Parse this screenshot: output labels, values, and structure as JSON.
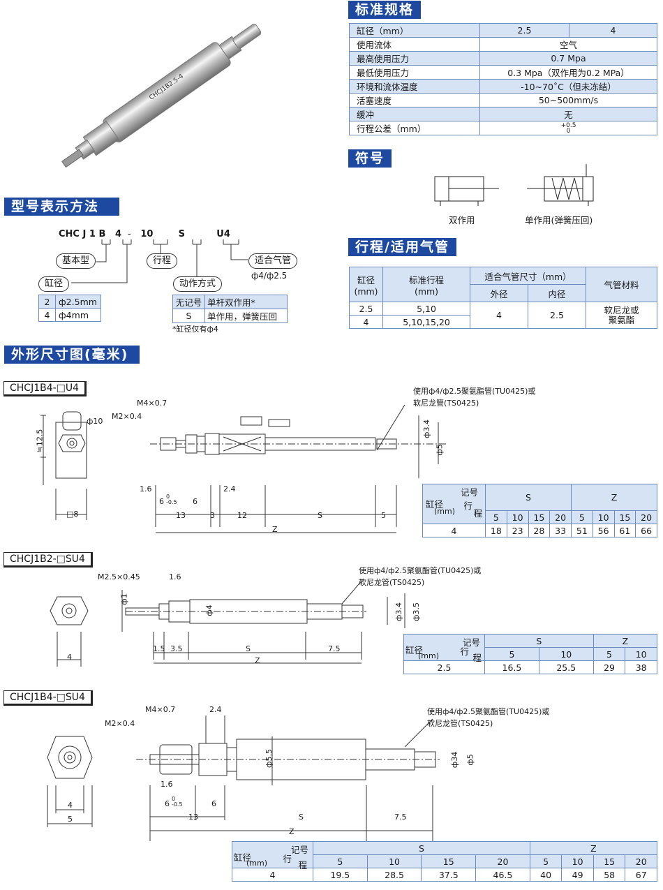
{
  "headers": {
    "spec": "标准规格",
    "symbol": "符号",
    "model": "型号表示方法",
    "stroke": "行程/适用气管",
    "dims": "外形尺寸图(毫米)"
  },
  "product_label": {
    "brand": "CHCJ1B2.5-4"
  },
  "spec_table": {
    "rows": [
      {
        "label": "缸径（mm）",
        "v1": "2.5",
        "v2": "4"
      },
      {
        "label": "使用流体",
        "v": "空气"
      },
      {
        "label": "最高使用压力",
        "v": "0.7 Mpa"
      },
      {
        "label": "最低使用压力",
        "v": "0.3 Mpa（双作用为0.2 MPa）"
      },
      {
        "label": "环境和流体温度",
        "v": "-10~70˚C（但未冻结）"
      },
      {
        "label": "活塞速度",
        "v": "50~500mm/s"
      },
      {
        "label": "缓冲",
        "v": "无"
      },
      {
        "label": "行程公差（mm）",
        "v_sup": "+0.5",
        "v_sub": "0"
      }
    ]
  },
  "symbols": {
    "double": "双作用",
    "single": "单作用(弹簧压回)"
  },
  "model_code": {
    "parts": [
      "CHC J 1",
      "B",
      "4",
      "-",
      "10",
      "S",
      "U4"
    ],
    "basic": "基本型",
    "stroke": "行程",
    "tube": "适合气管",
    "tube_spec": "ф4/ф2.5",
    "bore": "缸径",
    "action": "动作方式",
    "bore_rows": [
      {
        "code": "2",
        "desc": "ф2.5mm"
      },
      {
        "code": "4",
        "desc": "ф4mm"
      }
    ],
    "action_rows": [
      {
        "code": "无记号",
        "desc": "单杆双作用*"
      },
      {
        "code": "S",
        "desc": "单作用，弹簧压回"
      }
    ],
    "note": "*缸径仅有ф4"
  },
  "stroke_table": {
    "h_bore": "缸径\n(mm)",
    "h_stroke": "标准行程\n(mm)",
    "h_tube": "适合气管尺寸（mm）",
    "h_od": "外径",
    "h_id": "内径",
    "h_mat": "气管材料",
    "rows": [
      {
        "bore": "2.5",
        "stroke": "5,10"
      },
      {
        "bore": "4",
        "stroke": "5,10,15,20"
      }
    ],
    "od": "4",
    "id": "2.5",
    "mat": "软尼龙或\n聚氨酯"
  },
  "drawings": [
    {
      "model": "CHCJ1B4-□U4",
      "tube_note1": "使用ф4/ф2.5聚氨酯管(TU0425)或",
      "tube_note2": "软尼龙管(TS0425)",
      "labels": {
        "m4": "M4×0.7",
        "m2": "M2×0.4",
        "d10": "ф10",
        "h125": "≒12.5",
        "sq8": "□8",
        "d34": "ф3.4",
        "d5": "ф5",
        "l16": "1.6",
        "l24": "2.4",
        "l6a": "6",
        "tol_sup": "0",
        "tol_sub": "-0.5",
        "l6b": "6",
        "l13": "13",
        "l3": "3",
        "l12": "12",
        "lS": "S",
        "l5": "5",
        "lZ": "Z"
      },
      "table": {
        "code": "记号",
        "bore": "缸径",
        "mm": "(mm)",
        "stroke1": "行",
        "stroke2": "程",
        "groups": [
          "S",
          "Z"
        ],
        "sub": [
          "5",
          "10",
          "15",
          "20",
          "5",
          "10",
          "15",
          "20"
        ],
        "rows": [
          {
            "b": "4",
            "v": [
              "18",
              "23",
              "28",
              "33",
              "51",
              "56",
              "61",
              "66"
            ]
          }
        ]
      }
    },
    {
      "model": "CHCJ1B2-□SU4",
      "tube_note1": "使用ф4/ф2.5聚氨酯管(TU0425)或",
      "tube_note2": "软尼龙管(TS0425)",
      "labels": {
        "m25": "M2.5×0.45",
        "l16": "1.6",
        "d1": "ф1",
        "d4": "ф4",
        "d34": "ф3.4",
        "d35": "ф3.5",
        "w4": "4",
        "l15": "1.5",
        "l35": "3.5",
        "lS": "S",
        "l75": "7.5",
        "lZ": "Z"
      },
      "table": {
        "code": "记号",
        "bore": "缸径",
        "mm": "(mm)",
        "stroke1": "行",
        "stroke2": "程",
        "groups": [
          "S",
          "Z"
        ],
        "sub": [
          "5",
          "10",
          "5",
          "10"
        ],
        "rows": [
          {
            "b": "2.5",
            "v": [
              "16.5",
              "25.5",
              "29",
              "38"
            ]
          }
        ]
      }
    },
    {
      "model": "CHCJ1B4-□SU4",
      "tube_note1": "使用ф4/ф2.5聚氨酯管(TU0425)或",
      "tube_note2": "软尼龙管(TS0425)",
      "labels": {
        "m4": "M4×0.7",
        "m2": "M2×0.4",
        "l24": "2.4",
        "d55": "ф5.5",
        "d34": "ф34",
        "d5": "ф5",
        "l16": "1.6",
        "l6": "6",
        "tol_sup": "0",
        "tol_sub": "-0.5",
        "l6b": "6",
        "w4": "4",
        "w5": "5",
        "l13": "13",
        "lS": "S",
        "l75": "7.5",
        "lZ": "Z"
      },
      "table": {
        "code": "记号",
        "bore": "缸径",
        "mm": "(mm)",
        "stroke1": "行",
        "stroke2": "程",
        "groups": [
          "S",
          "Z"
        ],
        "sub": [
          "5",
          "10",
          "15",
          "20",
          "5",
          "10",
          "15",
          "20"
        ],
        "rows": [
          {
            "b": "4",
            "v": [
              "19.5",
              "28.5",
              "37.5",
              "46.5",
              "40",
              "49",
              "58",
              "67"
            ]
          }
        ]
      }
    }
  ]
}
